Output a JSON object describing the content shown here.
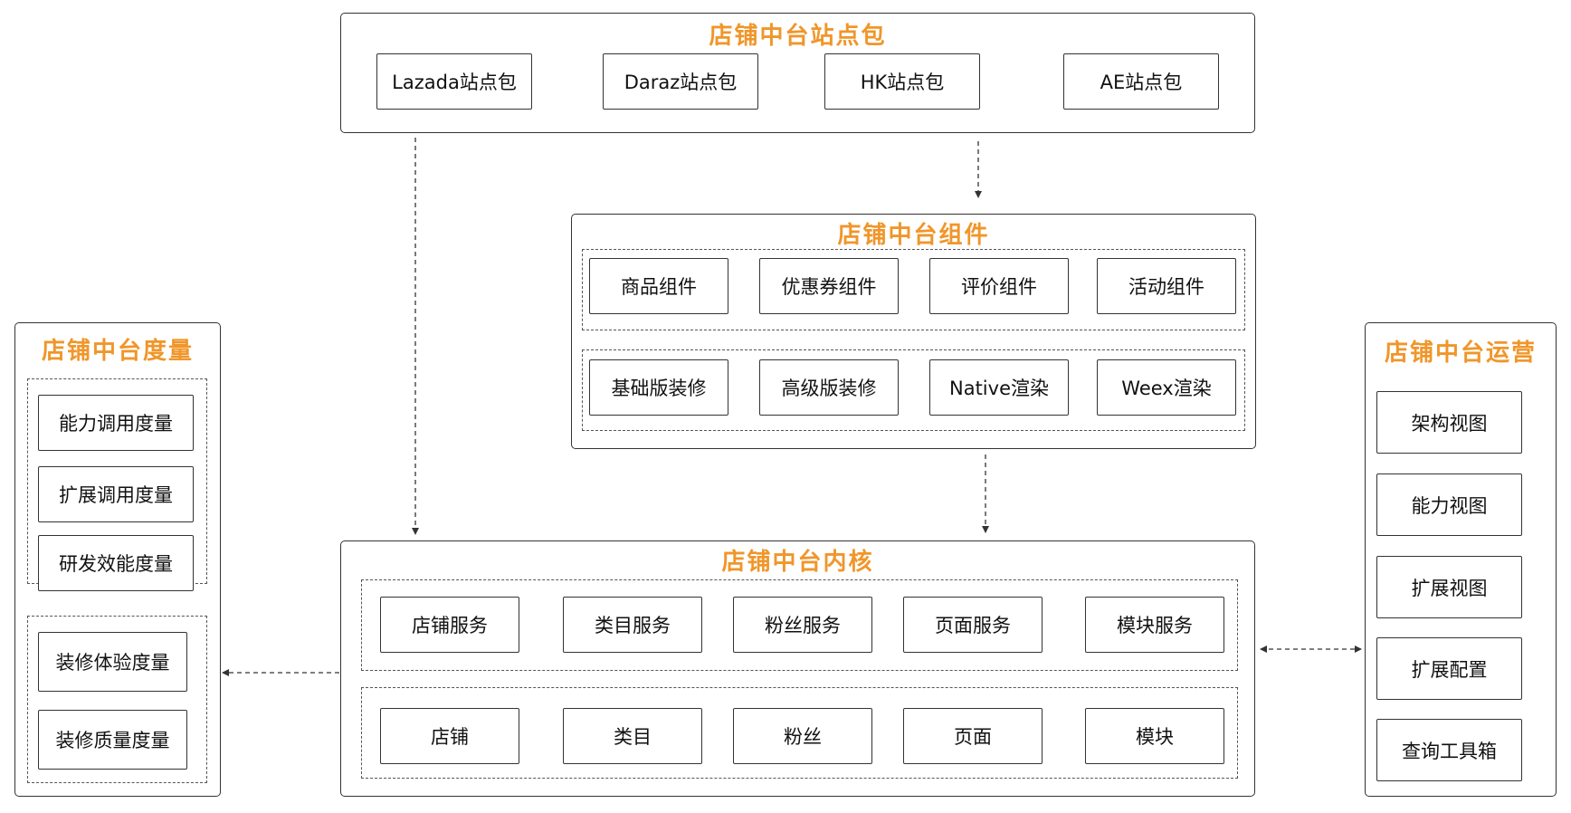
{
  "colors": {
    "title": "#f0962a",
    "border": "#333333",
    "arrow": "#333333"
  },
  "site_packages": {
    "title": "店铺中台站点包",
    "items": [
      "Lazada站点包",
      "Daraz站点包",
      "HK站点包",
      "AE站点包"
    ]
  },
  "components": {
    "title": "店铺中台组件",
    "row1": [
      "商品组件",
      "优惠券组件",
      "评价组件",
      "活动组件"
    ],
    "row2": [
      "基础版装修",
      "高级版装修",
      "Native渲染",
      "Weex渲染"
    ]
  },
  "kernel": {
    "title": "店铺中台内核",
    "row1": [
      "店铺服务",
      "类目服务",
      "粉丝服务",
      "页面服务",
      "模块服务"
    ],
    "row2": [
      "店铺",
      "类目",
      "粉丝",
      "页面",
      "模块"
    ]
  },
  "metrics": {
    "title": "店铺中台度量",
    "group1": [
      "能力调用度量",
      "扩展调用度量",
      "研发效能度量"
    ],
    "group2": [
      "装修体验度量",
      "装修质量度量"
    ]
  },
  "operations": {
    "title": "店铺中台运营",
    "items": [
      "架构视图",
      "能力视图",
      "扩展视图",
      "扩展配置",
      "查询工具箱"
    ]
  }
}
